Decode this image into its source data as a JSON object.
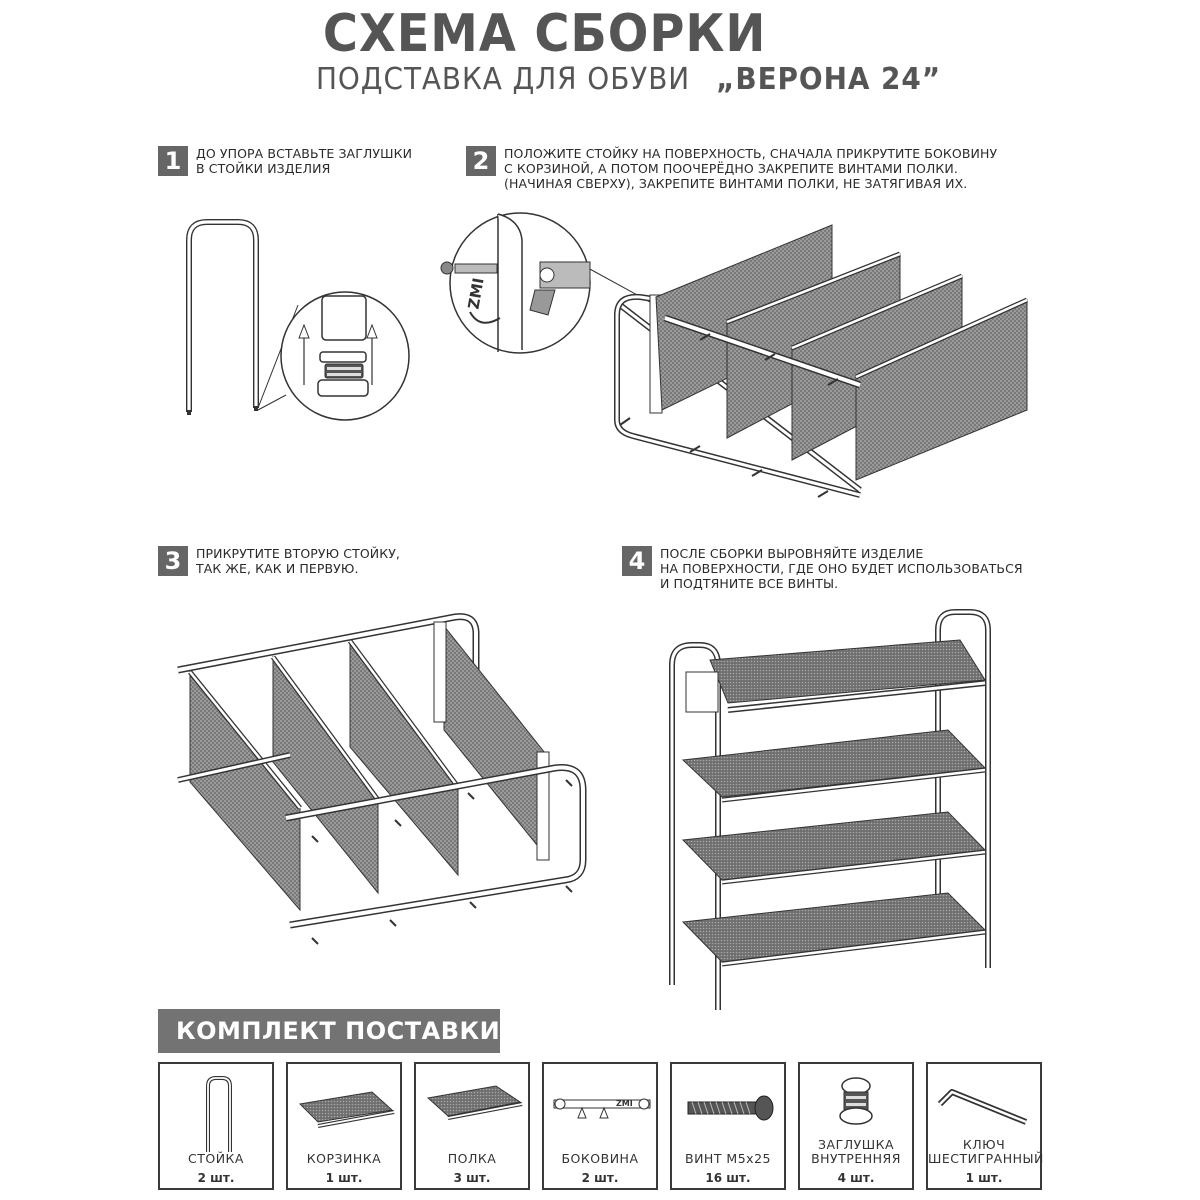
{
  "header": {
    "title": "СХЕМА СБОРКИ",
    "subtitle": "ПОДСТАВКА ДЛЯ ОБУВИ",
    "model": "„ВЕРОНА 24”"
  },
  "steps": [
    {
      "number": "1",
      "lines": [
        "ДО УПОРА ВСТАВЬТЕ ЗАГЛУШКИ",
        "В СТОЙКИ ИЗДЕЛИЯ"
      ]
    },
    {
      "number": "2",
      "lines": [
        "ПОЛОЖИТЕ СТОЙКУ НА ПОВЕРХНОСТЬ, СНАЧАЛА ПРИКРУТИТЕ БОКОВИНУ",
        "С КОРЗИНОЙ, А ПОТОМ  ПООЧЕРЁДНО  ЗАКРЕПИТЕ ВИНТАМИ ПОЛКИ.",
        "(НАЧИНАЯ СВЕРХУ), ЗАКРЕПИТЕ ВИНТАМИ ПОЛКИ, НЕ ЗАТЯГИВАЯ ИХ."
      ]
    },
    {
      "number": "3",
      "lines": [
        "ПРИКРУТИТЕ ВТОРУЮ СТОЙКУ,",
        "ТАК ЖЕ, КАК И ПЕРВУЮ."
      ]
    },
    {
      "number": "4",
      "lines": [
        "ПОСЛЕ СБОРКИ ВЫРОВНЯЙТЕ ИЗДЕЛИЕ",
        "НА ПОВЕРХНОСТИ, ГДЕ ОНО БУДЕТ ИСПОЛЬЗОВАТЬСЯ",
        "И ПОДТЯНИТЕ ВСЕ ВИНТЫ."
      ]
    }
  ],
  "brand_mark": "ZMI",
  "kit": {
    "title": "КОМПЛЕКТ ПОСТАВКИ",
    "items": [
      {
        "name": [
          "СТОЙКА"
        ],
        "qty": "2 шт.",
        "icon": "frame-post-icon"
      },
      {
        "name": [
          "КОРЗИНКА"
        ],
        "qty": "1 шт.",
        "icon": "basket-icon"
      },
      {
        "name": [
          "ПОЛКА"
        ],
        "qty": "3 шт.",
        "icon": "shelf-icon"
      },
      {
        "name": [
          "БОКОВИНА"
        ],
        "qty": "2 шт.",
        "icon": "side-bar-icon"
      },
      {
        "name": [
          "ВИНТ М5х25"
        ],
        "qty": "16 шт.",
        "icon": "screw-icon"
      },
      {
        "name": [
          "ЗАГЛУШКА",
          "ВНУТРЕННЯЯ"
        ],
        "qty": "4 шт.",
        "icon": "plug-icon"
      },
      {
        "name": [
          "КЛЮЧ",
          "ШЕСТИГРАННЫЙ"
        ],
        "qty": "1 шт.",
        "icon": "hex-key-icon"
      }
    ]
  }
}
